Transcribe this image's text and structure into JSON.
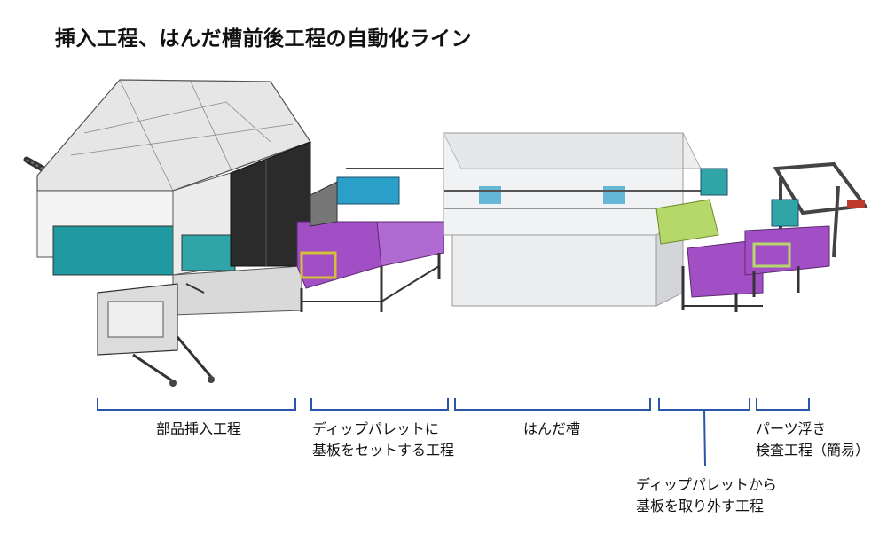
{
  "title": "挿入工程、はんだ槽前後工程の自動化ライン",
  "colors": {
    "bracket": "#2a55a8",
    "frame": "#3a3a3a",
    "magenta": "#a24fc6",
    "teal": "#2fa5a8",
    "cyan": "#3aa8d8",
    "lime": "#b6d86a",
    "yellow": "#e0c83a",
    "glass": "#c9ccd0"
  },
  "stages": [
    {
      "id": "part-insertion",
      "lines": [
        "部品挿入工程"
      ]
    },
    {
      "id": "set-board",
      "lines": [
        "ディップパレットに",
        "基板をセットする工程"
      ]
    },
    {
      "id": "solder-bath",
      "lines": [
        "はんだ槽"
      ]
    },
    {
      "id": "remove-board",
      "lines": [
        "ディップパレットから",
        "基板を取り外す工程"
      ]
    },
    {
      "id": "inspection",
      "lines": [
        "パーツ浮き",
        "検査工程（簡易）"
      ]
    }
  ]
}
